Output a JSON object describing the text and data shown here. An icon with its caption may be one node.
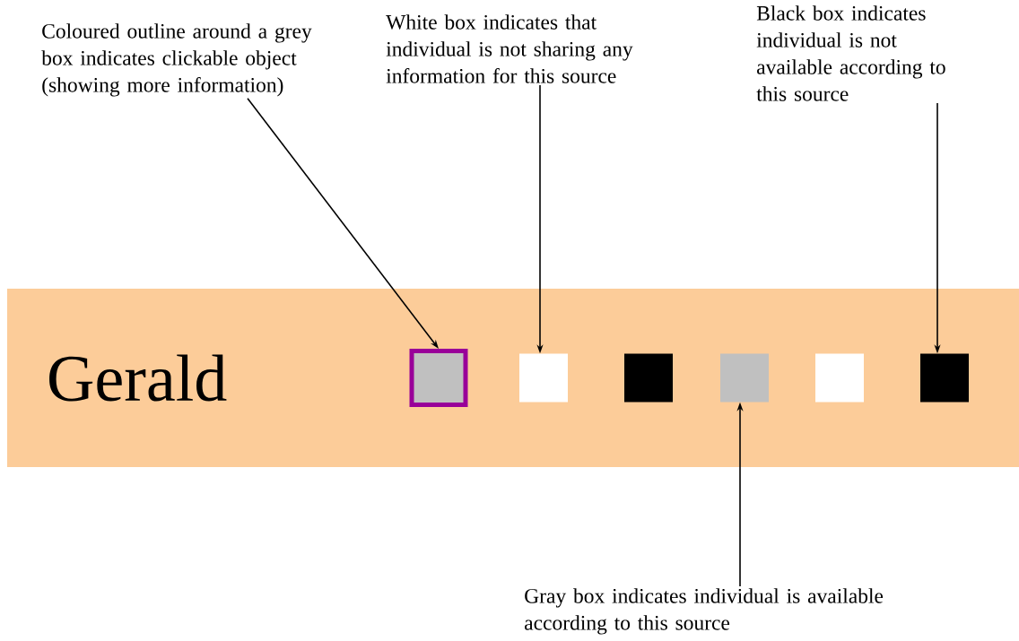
{
  "diagram": {
    "nodes": [
      {
        "text": [
          "Gerald"
        ]
      },
      {
        "text": [],
        "shape": "box",
        "in": 0
      },
      {
        "text": [],
        "shape": "box",
        "in": 0
      },
      {
        "text": [],
        "shape": "box",
        "in": 0
      },
      {
        "text": [],
        "shape": "box",
        "in": 0
      },
      {
        "text": [],
        "shape": "box",
        "in": 0
      },
      {
        "text": [],
        "shape": "box",
        "in": 0
      },
      {
        "text": [
          "Coloured outline around a grey box indicates clickable object (showing more information)"
        ]
      },
      {
        "text": [
          "White box indicates that individual is not sharing any information for this source"
        ]
      },
      {
        "text": [
          "Black box indicates individual is not available according to this source"
        ]
      },
      {
        "text": [
          "Gray box indicates individual is available according to this source"
        ]
      }
    ],
    "edges": [
      {
        "from": 7,
        "to": 1,
        "arrow": "to"
      },
      {
        "from": 8,
        "to": 2,
        "arrow": "to"
      },
      {
        "from": 9,
        "to": 6,
        "arrow": "to"
      },
      {
        "from": 10,
        "to": 4,
        "arrow": "to"
      }
    ]
  }
}
